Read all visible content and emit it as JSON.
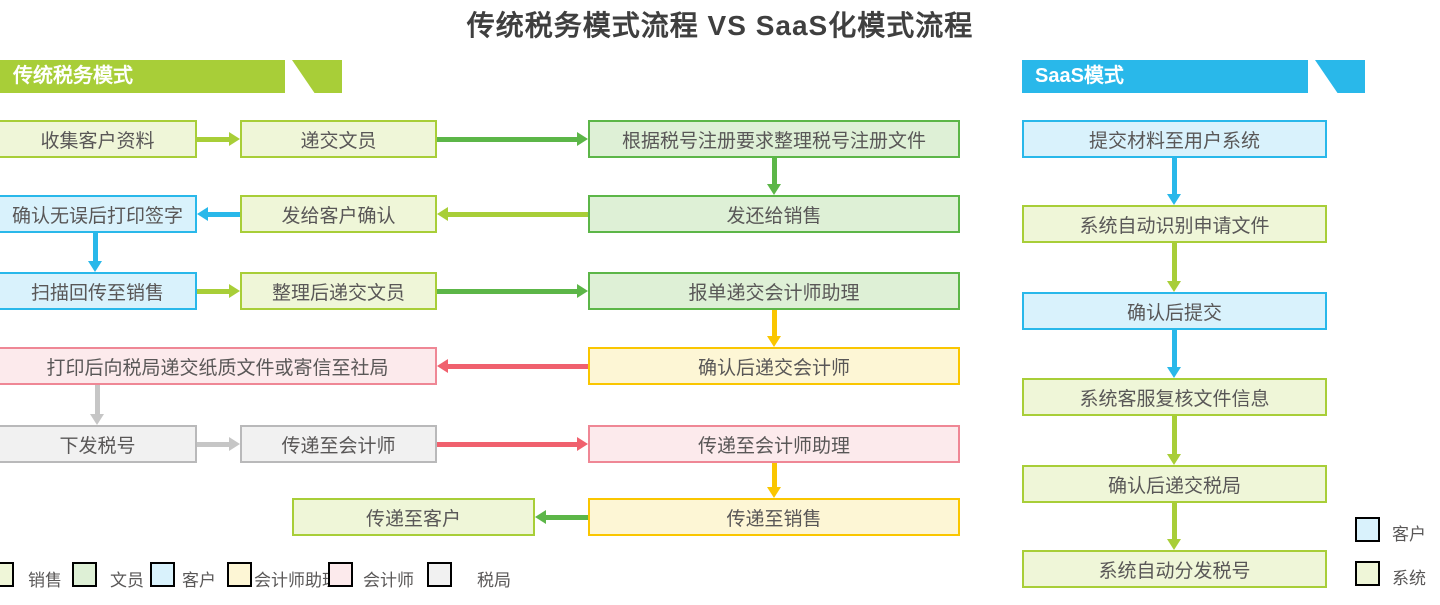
{
  "title": "传统税务模式流程 VS SaaS化模式流程",
  "sections": {
    "traditional": {
      "banner": "传统税务模式",
      "color": "#a8ce38"
    },
    "saas": {
      "banner": "SaaS模式",
      "color": "#29b8ea"
    }
  },
  "roles": {
    "sales": {
      "label": "销售",
      "border": "#a8ce38",
      "fill": "#eff6d8"
    },
    "clerk": {
      "label": "文员",
      "border": "#5cb648",
      "fill": "#def0d6"
    },
    "customer": {
      "label": "客户",
      "border": "#29b8ea",
      "fill": "#d9f2fc"
    },
    "assistant": {
      "label": "会计师助理",
      "border": "#fac600",
      "fill": "#fdf6d5"
    },
    "accountant": {
      "label": "会计师",
      "border": "#ef8795",
      "fill": "#fceaec",
      "arrow": "#f0616e"
    },
    "bureau": {
      "label": "税局",
      "border": "#b9b9ba",
      "fill": "#f1f1f1",
      "arrow": "#c6c6c6"
    },
    "system": {
      "label": "系统",
      "border": "#a8ce38",
      "fill": "#eff6d8"
    }
  },
  "nodes": [
    {
      "label": "收集客户资料",
      "role": "sales"
    },
    {
      "label": "递交文员",
      "role": "sales"
    },
    {
      "label": "根据税号注册要求整理税号注册文件",
      "role": "clerk"
    },
    {
      "label": "确认无误后打印签字",
      "role": "customer"
    },
    {
      "label": "发给客户确认",
      "role": "sales"
    },
    {
      "label": "发还给销售",
      "role": "clerk"
    },
    {
      "label": "扫描回传至销售",
      "role": "customer"
    },
    {
      "label": "整理后递交文员",
      "role": "sales"
    },
    {
      "label": "报单递交会计师助理",
      "role": "clerk"
    },
    {
      "label": "打印后向税局递交纸质文件或寄信至社局",
      "role": "accountant"
    },
    {
      "label": "确认后递交会计师",
      "role": "assistant"
    },
    {
      "label": "下发税号",
      "role": "bureau"
    },
    {
      "label": "传递至会计师",
      "role": "bureau"
    },
    {
      "label": "传递至会计师助理",
      "role": "accountant"
    },
    {
      "label": "传递至客户",
      "role": "sales"
    },
    {
      "label": "传递至销售",
      "role": "assistant"
    },
    {
      "label": "提交材料至用户系统",
      "role": "customer"
    },
    {
      "label": "系统自动识别申请文件",
      "role": "system"
    },
    {
      "label": "确认后提交",
      "role": "customer"
    },
    {
      "label": "系统客服复核文件信息",
      "role": "system"
    },
    {
      "label": "确认后递交税局",
      "role": "system"
    },
    {
      "label": "系统自动分发税号",
      "role": "system"
    }
  ],
  "legend_left": {
    "items": [
      {
        "label": "销售",
        "role": "sales"
      },
      {
        "label": "文员",
        "role": "clerk"
      },
      {
        "label": "客户",
        "role": "customer"
      },
      {
        "label": "会计师助理",
        "role": "assistant"
      },
      {
        "label": "会计师",
        "role": "accountant"
      },
      {
        "label": "税局",
        "role": "bureau"
      }
    ]
  },
  "legend_right": {
    "items": [
      {
        "label": "客户",
        "role": "customer"
      },
      {
        "label": "系统",
        "role": "system"
      }
    ]
  }
}
